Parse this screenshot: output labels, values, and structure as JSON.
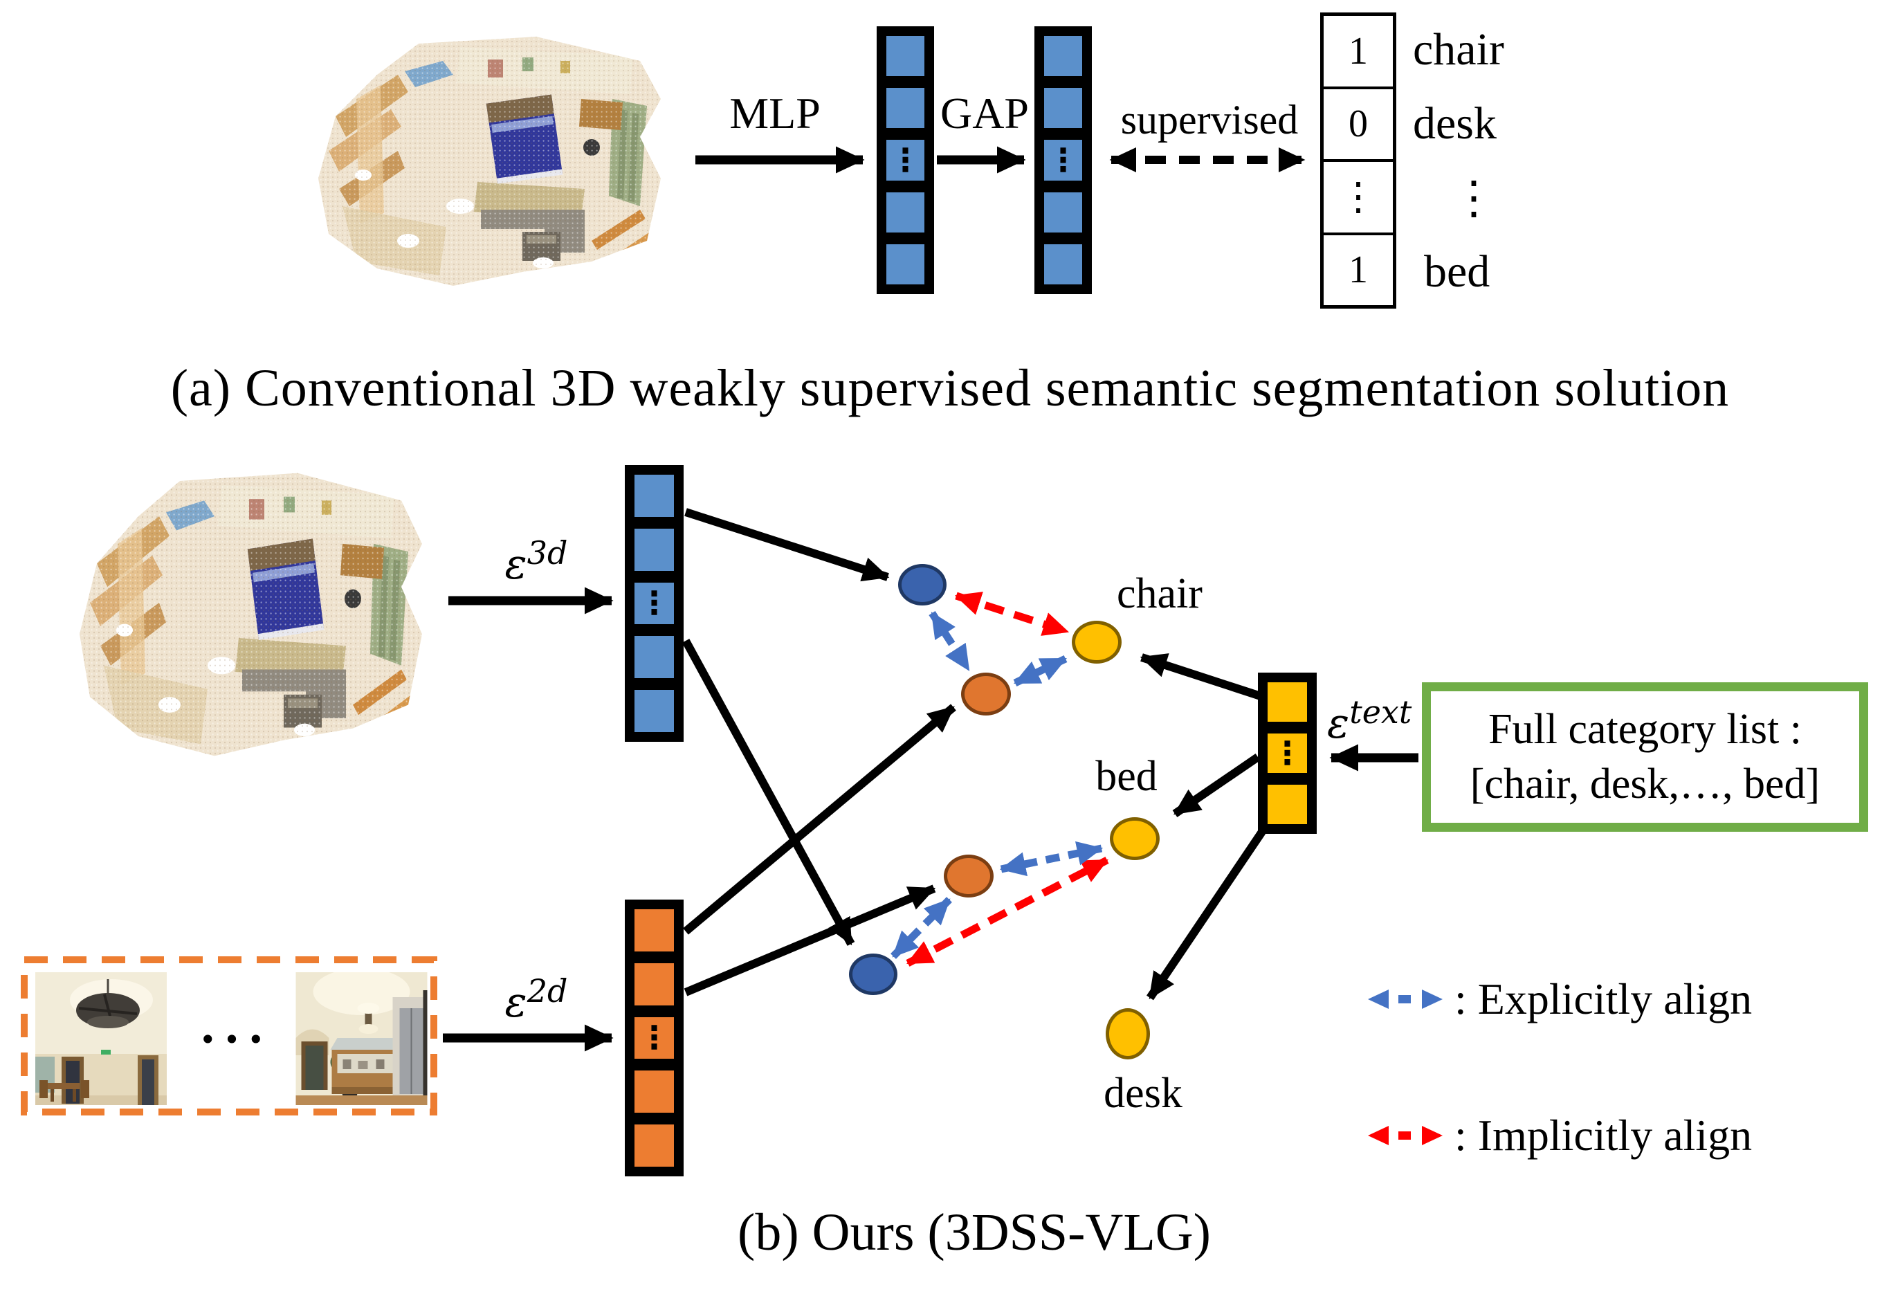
{
  "colors": {
    "cell_blue": "#5B90CB",
    "cell_orange": "#ED7D31",
    "cell_yellow": "#FFC000",
    "circle_blue": "#3A63AD",
    "circle_blue_border": "#1F3864",
    "circle_orange": "#E0762F",
    "circle_orange_border": "#7B3E12",
    "circle_yellow": "#FFC000",
    "circle_yellow_border": "#806000",
    "align_explicit": "#4472C4",
    "align_implicit": "#FF0000",
    "category_box_border": "#70AD47",
    "images_box_border": "#ED7D31",
    "arrow_black": "#000000"
  },
  "panel_a": {
    "mlp_label": "MLP",
    "gap_label": "GAP",
    "supervised_label": "supervised",
    "dots": "⋮",
    "onehot": {
      "rows": [
        {
          "value": "1",
          "label": "chair"
        },
        {
          "value": "0",
          "label": "desk"
        },
        {
          "value": "⋮",
          "label": "⋮"
        },
        {
          "value": "1",
          "label": "bed"
        }
      ]
    },
    "caption": "(a) Conventional 3D weakly supervised semantic segmentation solution"
  },
  "panel_b": {
    "encoder_3d": {
      "symbol": "ε",
      "sup": "3d"
    },
    "encoder_2d": {
      "symbol": "ε",
      "sup": "2d"
    },
    "encoder_text": {
      "symbol": "ε",
      "sup": "text"
    },
    "column_dots": "⋮",
    "images_ellipsis": "•••",
    "circle_labels": {
      "chair": "chair",
      "bed": "bed",
      "desk": "desk"
    },
    "category_box": {
      "line1": "Full category list :",
      "line2": "[chair, desk,…, bed]"
    },
    "legend": [
      {
        "label": ": Explicitly align",
        "style": "explicit"
      },
      {
        "label": ": Implicitly align",
        "style": "implicit"
      }
    ],
    "caption": "(b) Ours (3DSS-VLG)"
  }
}
